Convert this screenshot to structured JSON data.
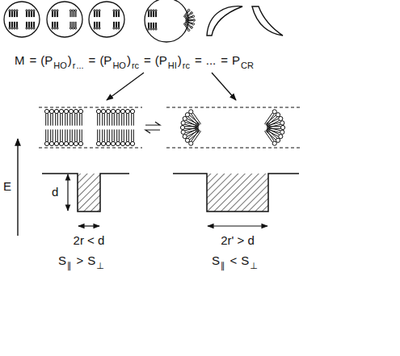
{
  "diagram": {
    "labels": [
      "M",
      "=",
      "(P",
      "HO",
      ")",
      "r",
      "...",
      "=",
      "(P",
      "HO",
      ")",
      "rc",
      "=",
      "(P",
      "HI",
      ")",
      "rc",
      "=",
      "...",
      "=",
      "P",
      "CR",
      "E",
      "d",
      "2r < d",
      "S",
      "∥",
      ">",
      "S",
      "⊥",
      "2r' > d",
      "S",
      "∥",
      "<",
      "S",
      "⊥"
    ]
  }
}
